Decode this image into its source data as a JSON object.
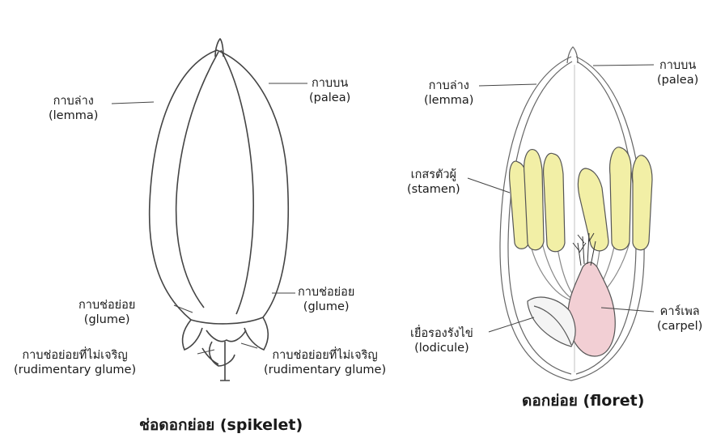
{
  "spikelet": {
    "caption": "ช่อดอกย่อย (spikelet)",
    "labels": {
      "lemma": {
        "th": "กาบล่าง",
        "en": "(lemma)"
      },
      "palea": {
        "th": "กาบบน",
        "en": "(palea)"
      },
      "glume_left": {
        "th": "กาบช่อย่อย",
        "en": "(glume)"
      },
      "glume_right": {
        "th": "กาบช่อย่อย",
        "en": "(glume)"
      },
      "rud_left": {
        "th": "กาบช่อย่อยที่ไม่เจริญ",
        "en": "(rudimentary glume)"
      },
      "rud_right": {
        "th": "กาบช่อย่อยที่ไม่เจริญ",
        "en": "(rudimentary glume)"
      }
    }
  },
  "floret": {
    "caption": "ดอกย่อย (floret)",
    "labels": {
      "lemma": {
        "th": "กาบล่าง",
        "en": "(lemma)"
      },
      "palea": {
        "th": "กาบบน",
        "en": "(palea)"
      },
      "stamen": {
        "th": "เกสรตัวผู้",
        "en": "(stamen)"
      },
      "carpel": {
        "th": "คาร์เพล",
        "en": "(carpel)"
      },
      "lodicule": {
        "th": "เยื่อรองรังไข่",
        "en": "(lodicule)"
      }
    }
  },
  "colors": {
    "stamen_fill": "#f2efa6",
    "carpel_fill": "#f2cfd4",
    "stroke": "#444444"
  }
}
